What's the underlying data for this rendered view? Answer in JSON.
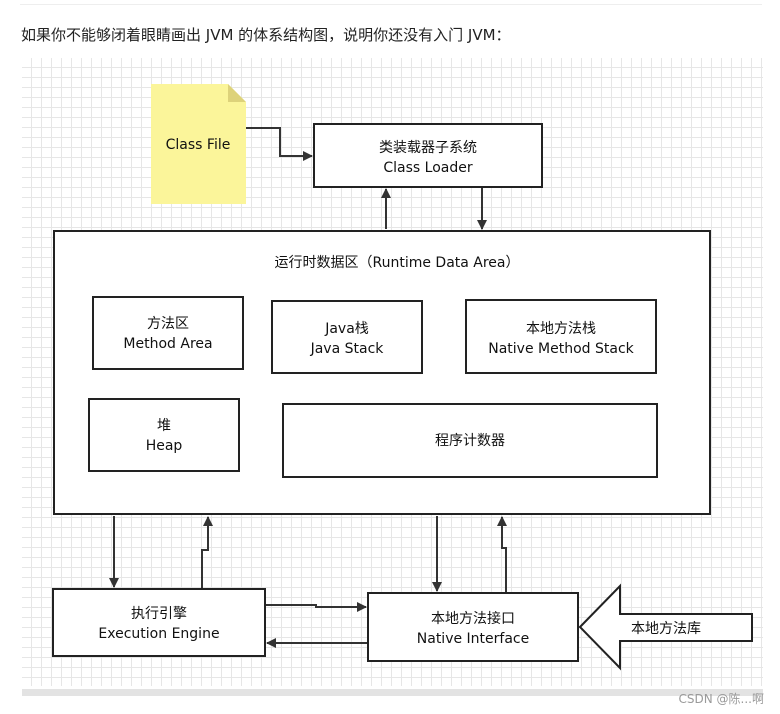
{
  "intro_text": "如果你不能够闭着眼睛画出 JVM 的体系结构图，说明你还没有入门 JVM：",
  "watermark": "CSDN @陈...啊",
  "diagram": {
    "class_file": "Class File",
    "class_loader": {
      "line1": "类装载器子系统",
      "line2": "Class Loader"
    },
    "runtime_area": {
      "title": "运行时数据区（Runtime Data Area）"
    },
    "method_area": {
      "line1": "方法区",
      "line2": "Method Area"
    },
    "java_stack": {
      "line1": "Java栈",
      "line2": "Java Stack"
    },
    "native_stack": {
      "line1": "本地方法栈",
      "line2": "Native Method Stack"
    },
    "heap": {
      "line1": "堆",
      "line2": "Heap"
    },
    "pc_register": {
      "line1": "程序计数器"
    },
    "execution_engine": {
      "line1": "执行引擎",
      "line2": "Execution Engine"
    },
    "native_interface": {
      "line1": "本地方法接口",
      "line2": "Native Interface"
    },
    "native_library": {
      "line1": "本地方法库"
    }
  }
}
